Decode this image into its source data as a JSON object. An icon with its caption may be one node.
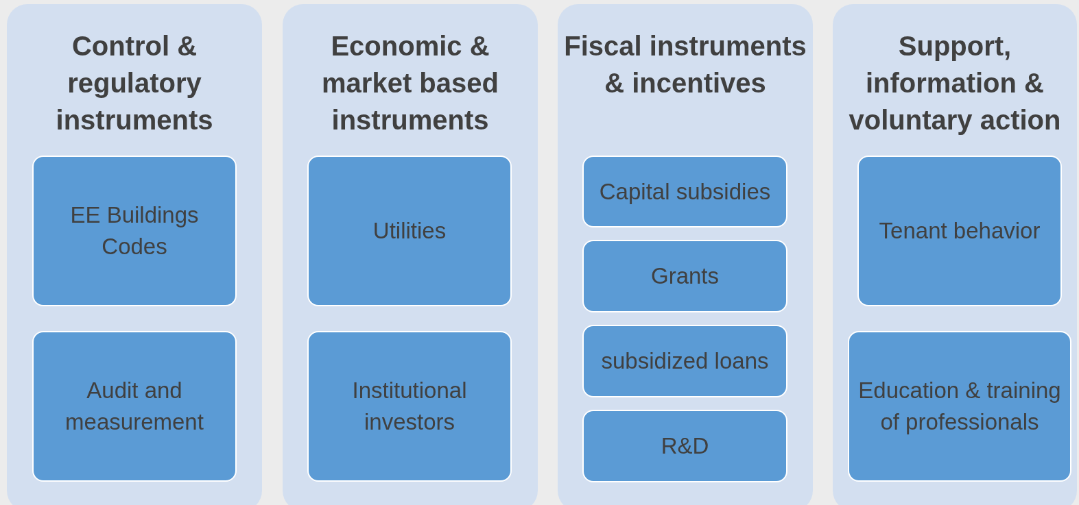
{
  "diagram": {
    "nodes": [
      {
        "text": [
          "Control & regulatory instruments"
        ]
      },
      {
        "text": [
          "EE Buildings Codes"
        ],
        "in": 0
      },
      {
        "text": [
          "Audit and measurement"
        ],
        "in": 0
      },
      {
        "text": [
          "Economic & market based instruments"
        ]
      },
      {
        "text": [
          "Utilities"
        ],
        "in": 3
      },
      {
        "text": [
          "Institutional investors"
        ],
        "in": 3
      },
      {
        "text": [
          "Fiscal instruments & incentives"
        ]
      },
      {
        "text": [
          "Capital subsidies"
        ],
        "in": 6
      },
      {
        "text": [
          "Grants"
        ],
        "in": 6
      },
      {
        "text": [
          "subsidized loans"
        ],
        "in": 6
      },
      {
        "text": [
          "R&D"
        ],
        "in": 6
      },
      {
        "text": [
          "Support, information & voluntary action"
        ]
      },
      {
        "text": [
          "Tenant behavior"
        ],
        "in": 11
      },
      {
        "text": [
          "Education & training of professionals"
        ],
        "in": 11
      }
    ]
  }
}
